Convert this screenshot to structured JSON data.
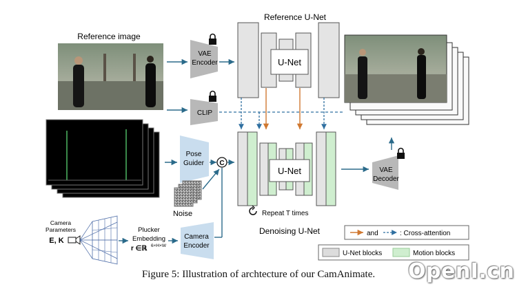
{
  "labels": {
    "reference_image": "Reference image",
    "reference_unet": "Reference U-Net",
    "denoising_unet": "Denoising U-Net",
    "unet_inner_top": "U-Net",
    "unet_inner_bottom": "U-Net",
    "vae_encoder": [
      "VAE",
      "Encoder"
    ],
    "clip": "CLIP",
    "pose_guider": [
      "Pose",
      "Guider"
    ],
    "vae_decoder": [
      "VAE",
      "Decoder"
    ],
    "camera_encoder": [
      "Camera",
      "Encoder"
    ],
    "noise": "Noise",
    "concat_symbol": "C",
    "repeat": "Repeat T times",
    "camera_parameters": [
      "Camera",
      "Parameters"
    ],
    "camera_params_symbols": "E, K",
    "plucker": [
      "Plucker",
      "Embedding"
    ],
    "plucker_formula": "r ∈ℝ",
    "plucker_superscript": "6×H×W"
  },
  "legend": {
    "arrows": {
      "and": "and",
      "cross_attention": ": Cross-attention"
    },
    "blocks": {
      "unet_blocks": "U-Net blocks",
      "motion_blocks": "Motion blocks"
    }
  },
  "caption": "Figure 5: Illustration of archtecture of our CamAnimate.",
  "watermark": "OpenI.cn",
  "colors": {
    "encoder_fill": "#b8b8b8",
    "pose_fill": "#c9ddee",
    "unet_block_fill": "#e4e4e4",
    "motion_fill": "#cfeecf",
    "arrow_blue": "#2a6a8a",
    "arrow_orange": "#d07830",
    "dashed_blue": "#2f6fa0"
  }
}
